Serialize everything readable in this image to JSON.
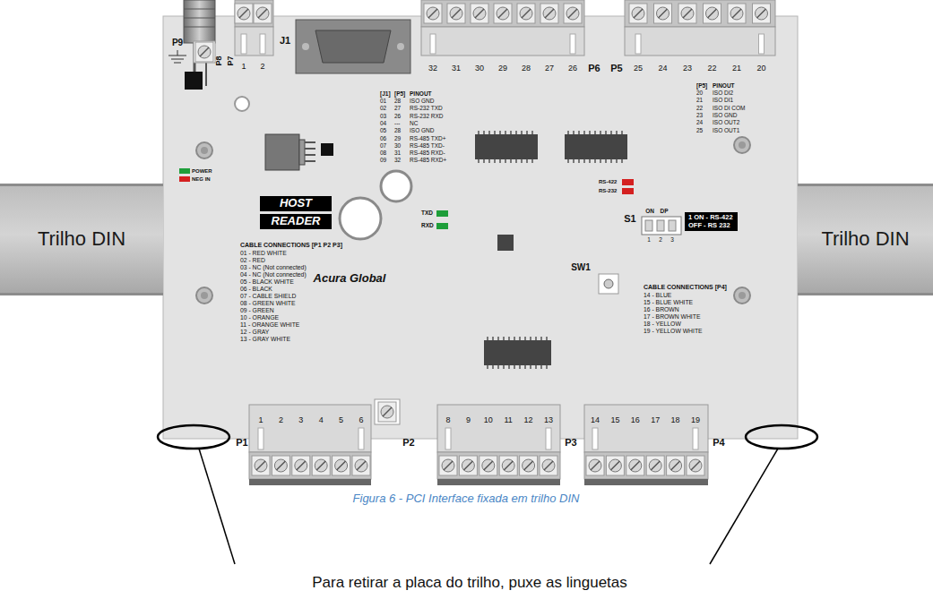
{
  "diagram": {
    "caption": "Figura 6 - PCI Interface fixada em trilho DIN",
    "nodes": [
      {
        "text": [
          "Trilho DIN"
        ]
      },
      {
        "text": [
          "HOST"
        ]
      },
      {
        "text": [
          "READER"
        ]
      },
      {
        "text": [
          "1 ON - RS-422",
          "OFF - RS 232"
        ]
      },
      {
        "text": [
          "Trilho DIN"
        ]
      }
    ],
    "labels": [
      "P9",
      "P8",
      "P7",
      "1",
      "2",
      "J1",
      "32",
      "31",
      "30",
      "29",
      "28",
      "27",
      "26",
      "P6",
      "25",
      "24",
      "23",
      "22",
      "21",
      "20",
      "P5",
      "[J1]",
      "[P5]",
      "PINOUT",
      "01",
      "28",
      "ISO GND",
      "02",
      "27",
      "RS-232 TXD",
      "03",
      "26",
      "RS-232 RXD",
      "04",
      "---",
      "NC",
      "05",
      "28",
      "ISO GND",
      "06",
      "29",
      "RS-485 TXD+",
      "07",
      "30",
      "RS-485 TXD-",
      "08",
      "31",
      "RS-485 RXD-",
      "09",
      "32",
      "RS-485 RXD+",
      "[P5]",
      "PINOUT",
      "20",
      "ISO DI2",
      "21",
      "ISO DI1",
      "22",
      "ISO DI COM",
      "23",
      "ISO GND",
      "24",
      "ISO OUT2",
      "25",
      "ISO OUT1",
      "POWER",
      "NEG IN",
      "TXD",
      "RXD",
      "RS-422",
      "RS-232",
      "CABLE CONNECTIONS [P1 P2 P3]",
      "01 - RED WHITE",
      "02 - RED",
      "03 - NC (Not connected)",
      "04 - NC (Not connected)",
      "05 - BLACK WHITE",
      "06 - BLACK",
      "07 - CABLE SHIELD",
      "08 - GREEN WHITE",
      "09 - GREEN",
      "10 - ORANGE",
      "11 - ORANGE WHITE",
      "12 - GRAY",
      "13 - GRAY WHITE",
      "Acura Global",
      "S1",
      "ON",
      "DP",
      "1",
      "2",
      "3",
      "SW1",
      "CABLE CONNECTIONS [P4]",
      "14 - BLUE",
      "15 - BLUE WHITE",
      "16 - BROWN",
      "17 - BROWN WHITE",
      "18 - YELLOW",
      "19 - YELLOW WHITE",
      "P1",
      "1",
      "2",
      "3",
      "4",
      "5",
      "6",
      "P2",
      "8",
      "9",
      "10",
      "11",
      "12",
      "13",
      "P3",
      "14",
      "15",
      "16",
      "17",
      "18",
      "19",
      "P4",
      "Para retirar a placa do trilho, puxe as linguetas"
    ]
  }
}
